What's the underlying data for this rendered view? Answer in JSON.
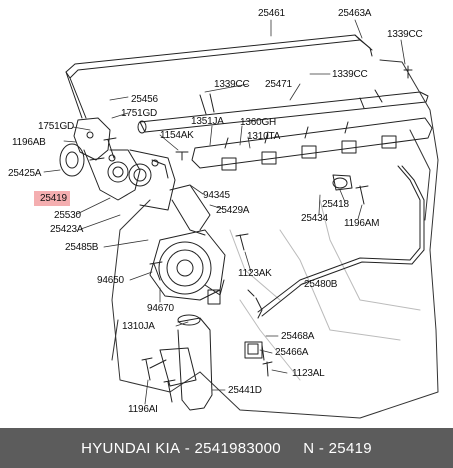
{
  "diagram": {
    "part_labels": [
      {
        "id": "p25461",
        "text": "25461"
      },
      {
        "id": "p25463A",
        "text": "25463A"
      },
      {
        "id": "p1339CC_a",
        "text": "1339CC"
      },
      {
        "id": "p1339CC_b",
        "text": "1339CC"
      },
      {
        "id": "p1339CC_c",
        "text": "1339CC"
      },
      {
        "id": "p25471",
        "text": "25471"
      },
      {
        "id": "p25456",
        "text": "25456"
      },
      {
        "id": "p1751GD_a",
        "text": "1751GD"
      },
      {
        "id": "p1751GD_b",
        "text": "1751GD"
      },
      {
        "id": "p1196AB",
        "text": "1196AB"
      },
      {
        "id": "p1154AK",
        "text": "1154AK"
      },
      {
        "id": "p1351JA",
        "text": "1351JA"
      },
      {
        "id": "p1360GH",
        "text": "1360GH"
      },
      {
        "id": "p1310TA",
        "text": "1310TA"
      },
      {
        "id": "p25425A",
        "text": "25425A"
      },
      {
        "id": "p25419",
        "text": "25419"
      },
      {
        "id": "p25530",
        "text": "25530"
      },
      {
        "id": "p94345",
        "text": "94345"
      },
      {
        "id": "p25418",
        "text": "25418"
      },
      {
        "id": "p25423A",
        "text": "25423A"
      },
      {
        "id": "p25429A",
        "text": "25429A"
      },
      {
        "id": "p25434",
        "text": "25434"
      },
      {
        "id": "p1196AM",
        "text": "1196AM"
      },
      {
        "id": "p25485B",
        "text": "25485B"
      },
      {
        "id": "p1123AK",
        "text": "1123AK"
      },
      {
        "id": "p94650",
        "text": "94650"
      },
      {
        "id": "p25480B",
        "text": "25480B"
      },
      {
        "id": "p94670",
        "text": "94670"
      },
      {
        "id": "p1310JA",
        "text": "1310JA"
      },
      {
        "id": "p25468A",
        "text": "25468A"
      },
      {
        "id": "p25466A",
        "text": "25466A"
      },
      {
        "id": "p1123AL",
        "text": "1123AL"
      },
      {
        "id": "p25441D",
        "text": "25441D"
      },
      {
        "id": "p1196AI",
        "text": "1196AI"
      }
    ],
    "highlighted_part": "25419",
    "highlight_color": "#f4aeb0"
  },
  "footer": {
    "brand": "HYUNDAI KIA",
    "oem_number": "2541983000",
    "reference": "N - 25419",
    "background_color": "#5c5c5c",
    "text_color": "#ffffff"
  }
}
